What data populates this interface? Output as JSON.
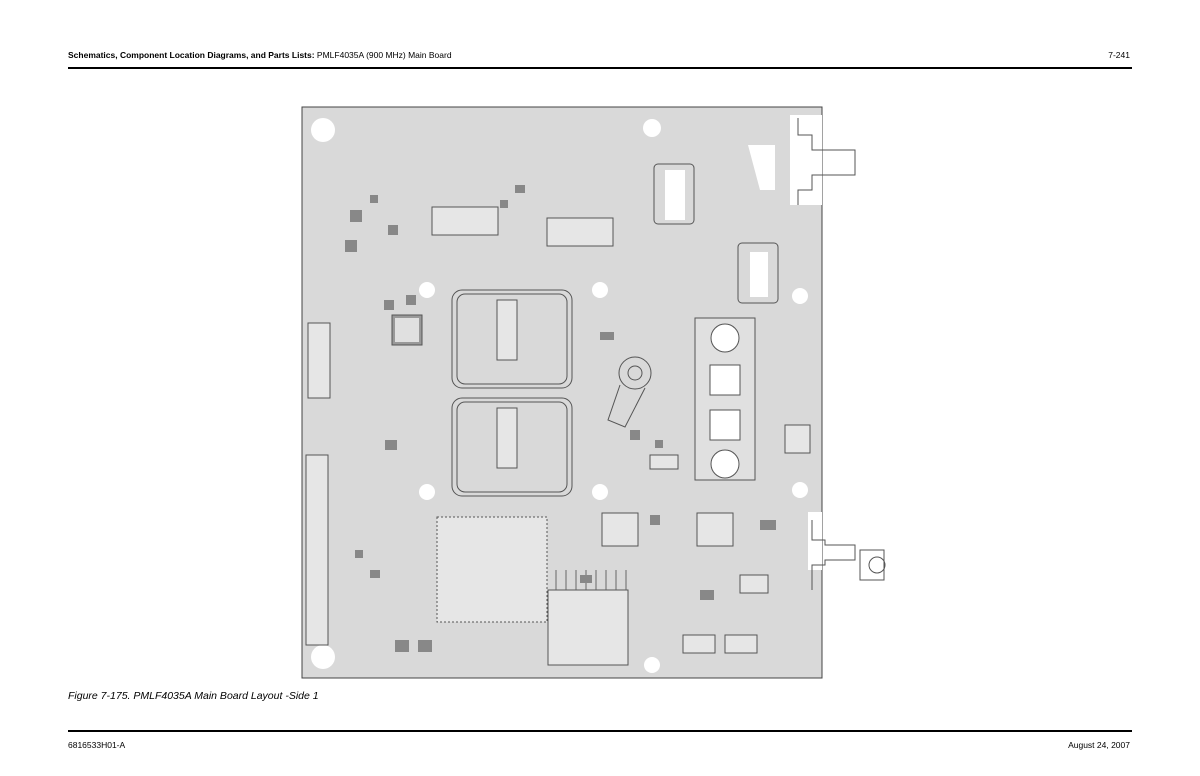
{
  "header": {
    "title_bold": "Schematics, Component Location Diagrams, and Parts Lists:",
    "title_rest": " PMLF4035A (900 MHz) Main Board",
    "page_number": "7-241"
  },
  "figure": {
    "caption": "Figure 7-175. PMLF4035A Main Board Layout -Side 1"
  },
  "footer": {
    "doc_number": "6816533H01-A",
    "date": "August 24, 2007"
  }
}
